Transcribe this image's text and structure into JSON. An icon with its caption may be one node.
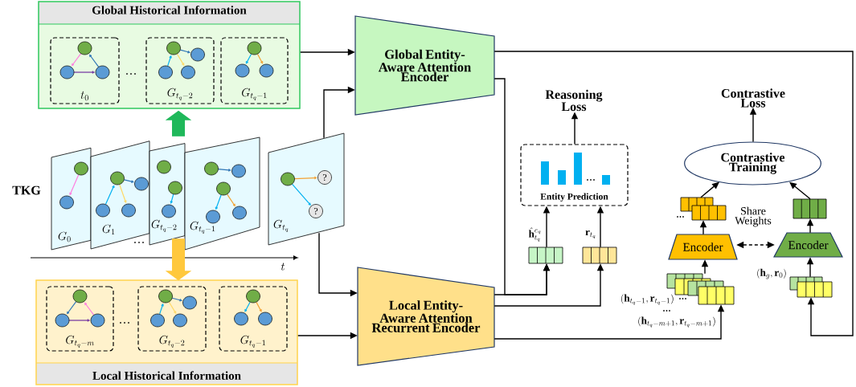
{
  "diagram": {
    "nodes": [
      {
        "text": [
          "Global Historical Information"
        ]
      },
      {
        "text": [
          "t_0"
        ],
        "in": 0
      },
      {
        "text": [
          "G_{t_q-2}"
        ],
        "in": 0
      },
      {
        "text": [
          "G_{t_q-1}"
        ],
        "in": 0
      },
      {
        "text": [
          "G_0"
        ]
      },
      {
        "text": [
          "G_1"
        ]
      },
      {
        "text": [
          "G_{t_q-2}"
        ]
      },
      {
        "text": [
          "G_{t_q-1}"
        ]
      },
      {
        "text": [
          "G_{t_q}"
        ]
      },
      {
        "text": [
          "Local Historical Information"
        ]
      },
      {
        "text": [
          "G_{t_q-m}"
        ],
        "in": 9
      },
      {
        "text": [
          "G_{t_q-2}"
        ],
        "in": 9
      },
      {
        "text": [
          "G_{t_q-1}"
        ],
        "in": 9
      },
      {
        "text": [
          "Global Entity-Aware Attention Encoder"
        ]
      },
      {
        "text": [
          "Local Entity-Aware Attention Recurrent Encoder"
        ]
      },
      {
        "text": [
          "Entity Prediction"
        ]
      },
      {
        "text": [
          "Reasoning Loss"
        ]
      },
      {
        "text": [],
        "shape": "box",
        "beside": [
          "\\hat{\\mathbf{h}}_{t_q}^{e_q}"
        ]
      },
      {
        "text": [],
        "shape": "box",
        "beside": [
          "\\mathbf{r}_{t_q}"
        ]
      },
      {
        "text": [
          "Contrastive Training"
        ]
      },
      {
        "text": [
          "Contrastive Loss"
        ]
      },
      {
        "text": [],
        "shape": "box"
      },
      {
        "text": [
          "Encoder"
        ]
      },
      {
        "text": [
          "Encoder"
        ]
      },
      {
        "text": [],
        "shape": "box"
      },
      {
        "text": [],
        "shape": "box",
        "beside": [
          "(\\mathbf{h}_{t_q-1},\\mathbf{r}_{t_q-1})",
          "(\\mathbf{h}_{t_q-m+1},\\mathbf{r}_{t_q-m+1})"
        ]
      },
      {
        "text": [],
        "shape": "box",
        "beside": [
          "(\\mathbf{h}_g,\\mathbf{r}_0)"
        ]
      }
    ],
    "edges": [
      {
        "from": 0,
        "to": 13,
        "arrow": "to"
      },
      {
        "from": 8,
        "to": 13,
        "arrow": "to"
      },
      {
        "from": 8,
        "to": 14,
        "arrow": "to"
      },
      {
        "from": 9,
        "to": 14,
        "arrow": "to"
      },
      {
        "from": 13,
        "to": 17,
        "arrow": "to"
      },
      {
        "from": 14,
        "to": 17,
        "arrow": "to"
      },
      {
        "from": 14,
        "to": 18,
        "arrow": "to"
      },
      {
        "from": 14,
        "to": 25,
        "arrow": "to"
      },
      {
        "from": 13,
        "to": 26,
        "arrow": "to"
      },
      {
        "from": 17,
        "to": 15,
        "arrow": "to"
      },
      {
        "from": 18,
        "to": 15,
        "arrow": "to"
      },
      {
        "from": 15,
        "to": 16,
        "arrow": "to"
      },
      {
        "from": 25,
        "to": 22,
        "arrow": "to"
      },
      {
        "from": 22,
        "to": 21,
        "arrow": "to"
      },
      {
        "from": 21,
        "to": 19,
        "arrow": "to"
      },
      {
        "from": 26,
        "to": 23,
        "arrow": "to"
      },
      {
        "from": 23,
        "to": 24,
        "arrow": "to"
      },
      {
        "from": 24,
        "to": 19,
        "arrow": "to"
      },
      {
        "from": 19,
        "to": 20,
        "arrow": "to"
      },
      {
        "from": 22,
        "to": 23,
        "arrow": "both",
        "style": "dashed",
        "label": "Share Weights"
      },
      {
        "from": 6,
        "to": 0,
        "arrow": "to",
        "style": "thick",
        "color": "#1fb85a"
      },
      {
        "from": 6,
        "to": 9,
        "arrow": "to",
        "style": "thick",
        "color": "#ffc83d"
      }
    ],
    "labels": [
      "TKG",
      "?",
      "?",
      "t"
    ]
  }
}
